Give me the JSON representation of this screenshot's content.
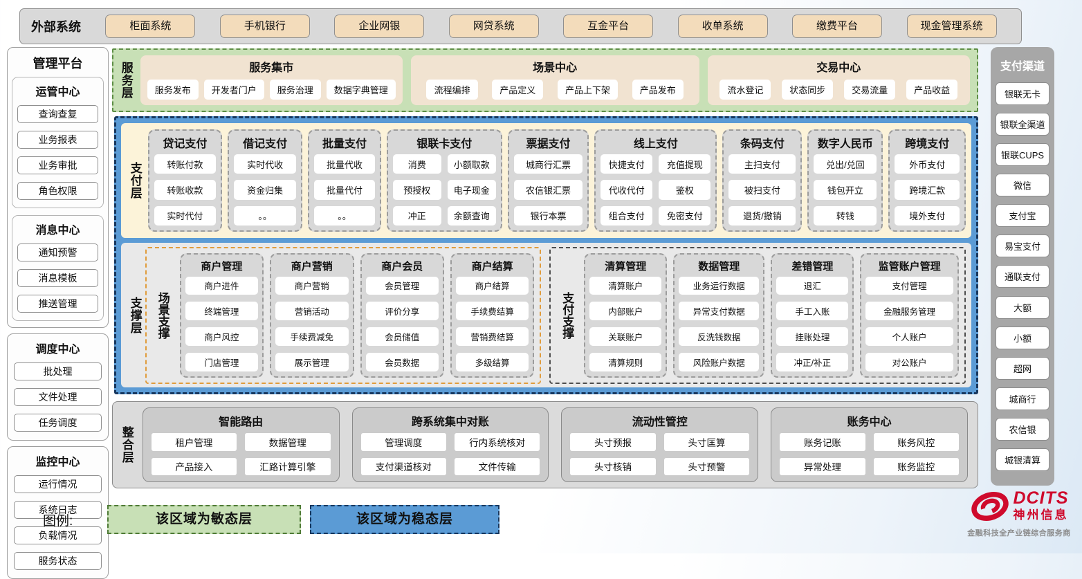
{
  "external_systems": {
    "label": "外部系统",
    "items": [
      "柜面系统",
      "手机银行",
      "企业网银",
      "网贷系统",
      "互金平台",
      "收单系统",
      "缴费平台",
      "现金管理系统"
    ]
  },
  "management_platform": {
    "title": "管理平台",
    "groups": [
      {
        "title": "运管中心",
        "items": [
          "查询查复",
          "业务报表",
          "业务审批",
          "角色权限"
        ]
      },
      {
        "title": "消息中心",
        "items": [
          "通知预警",
          "消息模板",
          "推送管理"
        ]
      },
      {
        "title": "调度中心",
        "items": [
          "批处理",
          "文件处理",
          "任务调度"
        ]
      },
      {
        "title": "监控中心",
        "items": [
          "运行情况",
          "系统日志",
          "负载情况",
          "服务状态"
        ]
      }
    ]
  },
  "service_layer": {
    "label": "服务层",
    "centers": [
      {
        "title": "服务集市",
        "items": [
          "服务发布",
          "开发者门户",
          "服务治理",
          "数据字典管理"
        ]
      },
      {
        "title": "场景中心",
        "items": [
          "流程编排",
          "产品定义",
          "产品上下架",
          "产品发布"
        ]
      },
      {
        "title": "交易中心",
        "items": [
          "流水登记",
          "状态同步",
          "交易流量",
          "产品收益"
        ]
      }
    ]
  },
  "payment_layer": {
    "label": "支付层",
    "columns": [
      {
        "title": "贷记支付",
        "cols": 1,
        "items": [
          "转账付款",
          "转账收款",
          "实时代付"
        ]
      },
      {
        "title": "借记支付",
        "cols": 1,
        "items": [
          "实时代收",
          "资金归集",
          "。。"
        ]
      },
      {
        "title": "批量支付",
        "cols": 1,
        "items": [
          "批量代收",
          "批量代付",
          "。。"
        ]
      },
      {
        "title": "银联卡支付",
        "cols": 2,
        "items": [
          "消费",
          "小额取款",
          "预授权",
          "电子现金",
          "冲正",
          "余额查询"
        ]
      },
      {
        "title": "票据支付",
        "cols": 1,
        "items": [
          "城商行汇票",
          "农信银汇票",
          "银行本票"
        ]
      },
      {
        "title": "线上支付",
        "cols": 2,
        "items": [
          "快捷支付",
          "充值提现",
          "代收代付",
          "鉴权",
          "组合支付",
          "免密支付"
        ]
      },
      {
        "title": "条码支付",
        "cols": 1,
        "items": [
          "主扫支付",
          "被扫支付",
          "退货/撤销"
        ]
      },
      {
        "title": "数字人民币",
        "cols": 1,
        "items": [
          "兑出/兑回",
          "钱包开立",
          "转钱"
        ]
      },
      {
        "title": "跨境支付",
        "cols": 1,
        "items": [
          "外币支付",
          "跨境汇款",
          "境外支付"
        ]
      }
    ]
  },
  "support_layer": {
    "label": "支撑层",
    "groups": [
      {
        "label": "场景支撑",
        "type": "scene",
        "columns": [
          {
            "title": "商户管理",
            "items": [
              "商户进件",
              "终端管理",
              "商户风控",
              "门店管理"
            ]
          },
          {
            "title": "商户营销",
            "items": [
              "商户营销",
              "营销活动",
              "手续费减免",
              "展示管理"
            ]
          },
          {
            "title": "商户会员",
            "items": [
              "会员管理",
              "评价分享",
              "会员储值",
              "会员数据"
            ]
          },
          {
            "title": "商户结算",
            "items": [
              "商户结算",
              "手续费结算",
              "营销费结算",
              "多级结算"
            ]
          }
        ]
      },
      {
        "label": "支付支撑",
        "type": "pays",
        "columns": [
          {
            "title": "清算管理",
            "items": [
              "清算账户",
              "内部账户",
              "关联账户",
              "清算规则"
            ]
          },
          {
            "title": "数据管理",
            "items": [
              "业务运行数据",
              "异常支付数据",
              "反洗钱数据",
              "风险账户数据"
            ]
          },
          {
            "title": "差错管理",
            "items": [
              "退汇",
              "手工入账",
              "挂账处理",
              "冲正/补正"
            ]
          },
          {
            "title": "监管账户管理",
            "items": [
              "支付管理",
              "金融服务管理",
              "个人账户",
              "对公账户"
            ]
          }
        ]
      }
    ]
  },
  "integration_layer": {
    "label": "整合层",
    "boxes": [
      {
        "title": "智能路由",
        "items": [
          "租户管理",
          "数据管理",
          "产品接入",
          "汇路计算引擎"
        ]
      },
      {
        "title": "跨系统集中对账",
        "items": [
          "管理调度",
          "行内系统核对",
          "支付渠道核对",
          "文件传输"
        ]
      },
      {
        "title": "流动性管控",
        "items": [
          "头寸预报",
          "头寸匡算",
          "头寸核销",
          "头寸预警"
        ]
      },
      {
        "title": "账务中心",
        "items": [
          "账务记账",
          "账务风控",
          "异常处理",
          "账务监控"
        ]
      }
    ]
  },
  "payment_channels": {
    "title": "支付渠道",
    "items": [
      "银联无卡",
      "银联全渠道",
      "银联CUPS",
      "微信",
      "支付宝",
      "易宝支付",
      "通联支付",
      "大额",
      "小额",
      "超网",
      "城商行",
      "农信银",
      "城银清算"
    ]
  },
  "legend": {
    "label": "图例:",
    "items": [
      {
        "text": "该区域为敏态层",
        "type": "agile"
      },
      {
        "text": "该区域为稳态层",
        "type": "stable"
      }
    ]
  },
  "logo": {
    "brand": "DCITS",
    "company": "神州信息",
    "tagline": "金融科技全产业链综合服务商"
  },
  "colors": {
    "agile_green": "#c8e0b6",
    "stable_blue": "#5b9bd5",
    "tan": "#f3dcbb",
    "brand_red": "#cf0a2c"
  }
}
